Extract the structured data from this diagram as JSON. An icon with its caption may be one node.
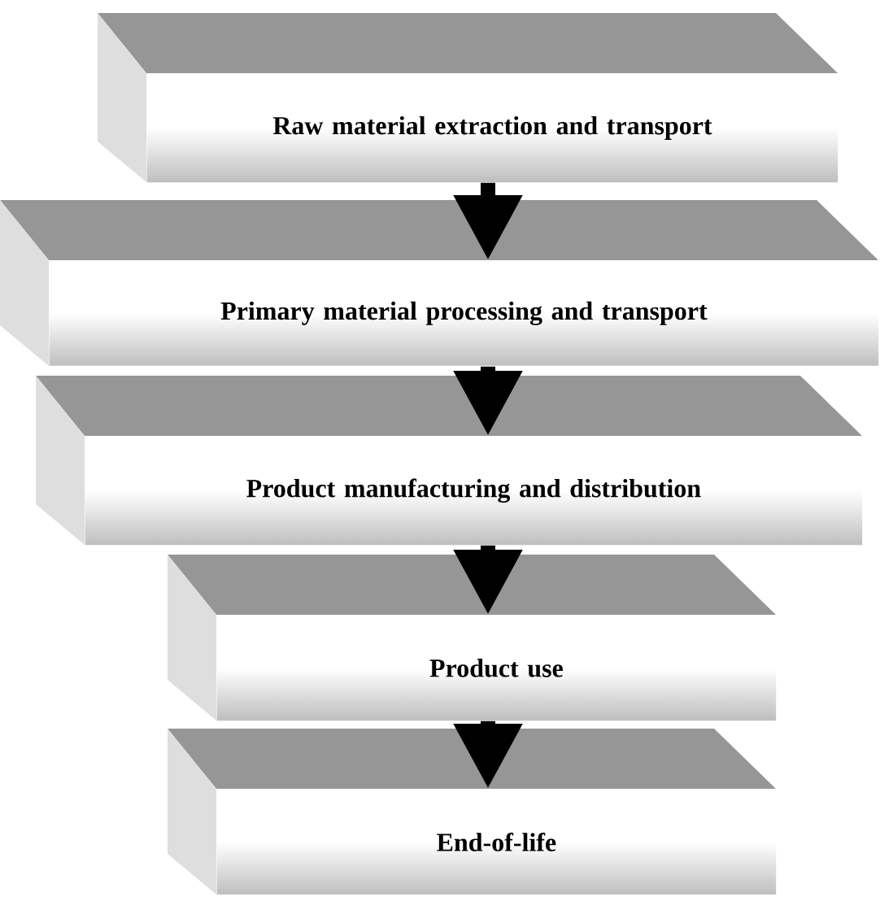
{
  "diagram": {
    "nodes": [
      {
        "text": [
          "Raw material extraction and transport"
        ]
      },
      {
        "text": [
          "Primary material processing and transport"
        ]
      },
      {
        "text": [
          "Product manufacturing and distribution"
        ]
      },
      {
        "text": [
          "Product use"
        ]
      },
      {
        "text": [
          "End-of-life"
        ]
      }
    ],
    "edges": [
      {
        "from": 0,
        "to": 1,
        "arrow": "to"
      },
      {
        "from": 1,
        "to": 2,
        "arrow": "to"
      },
      {
        "from": 2,
        "to": 3,
        "arrow": "to"
      },
      {
        "from": 3,
        "to": 4,
        "arrow": "to"
      }
    ]
  }
}
